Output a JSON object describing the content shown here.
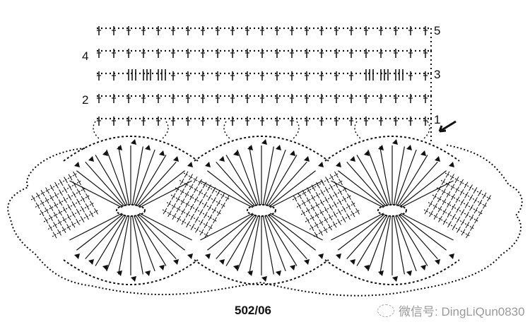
{
  "diagram": {
    "row_labels": {
      "r1": "1",
      "r2": "2",
      "r3": "3",
      "r4": "4",
      "r5": "5"
    },
    "caption": "502/06",
    "watermark": "微信号: DingLiQun0830"
  }
}
